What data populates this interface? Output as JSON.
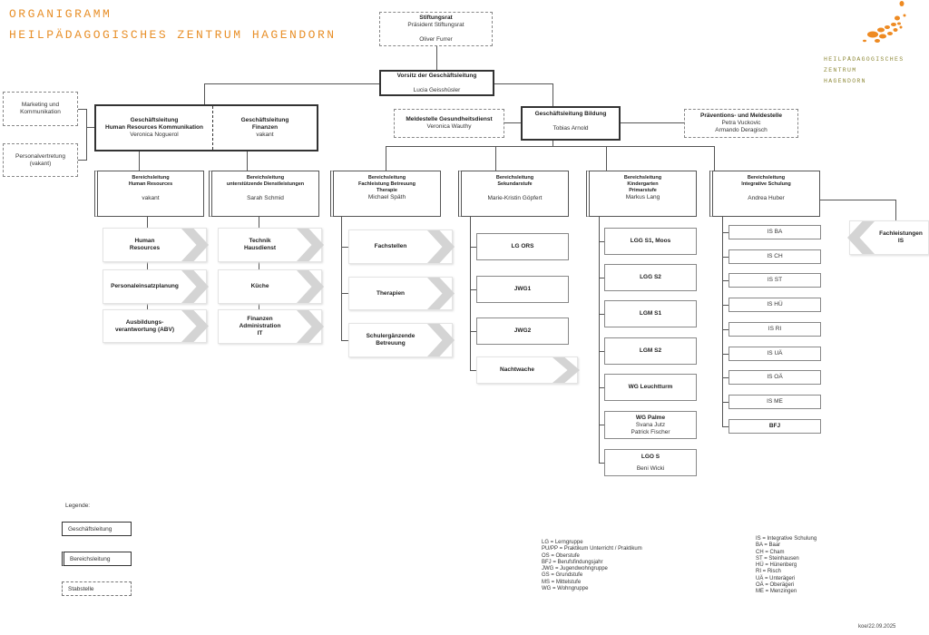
{
  "header": {
    "title": "ORGANIGRAMM",
    "subtitle": "HEILPÄDAGOGISCHES ZENTRUM HAGENDORN"
  },
  "logo": {
    "lines": [
      "HEILPÄDAGOGISCHES",
      "ZENTRUM",
      "HAGENDORN"
    ],
    "color": "#e8902a"
  },
  "stiftungsrat": {
    "title": "Stiftungsrat",
    "role": "Präsident Stiftungsrat",
    "name": "Oliver Furrer"
  },
  "vorsitz": {
    "title": "Vorsitz der Geschäftsleitung",
    "name": "Lucia Geisshüsler"
  },
  "stab_left": {
    "marketing": [
      "Marketing und",
      "Kommunikation"
    ],
    "personal": [
      "Personalvertretung",
      "(vakant)"
    ]
  },
  "gl_hr": {
    "title": [
      "Geschäftsleitung",
      "Human Resources Kommunikation"
    ],
    "name": "Veronica Noguerol"
  },
  "gl_fin": {
    "title": [
      "Geschäftsleitung",
      "Finanzen"
    ],
    "name": "vakant"
  },
  "gl_bildung": {
    "title": "Geschäftsleitung Bildung",
    "name": "Tobias Arnold"
  },
  "meldestelle": {
    "title": "Meldestelle Gesundheitsdienst",
    "name": "Veronica Wauthy"
  },
  "praevention": {
    "title": "Präventions- und Meldestelle",
    "names": [
      "Petra Vuckovic",
      "Armando Deragisch"
    ]
  },
  "bereiche": [
    {
      "title": [
        "Bereichsleitung",
        "Human Resources"
      ],
      "name": "vakant"
    },
    {
      "title": [
        "Bereichsleitung",
        "unterstützende Dienstleistungen"
      ],
      "name": "Sarah Schmid"
    },
    {
      "title": [
        "Bereichsleitung",
        "Fachleistung Betreuung",
        "Therapie"
      ],
      "name": "Michael Späth"
    },
    {
      "title": [
        "Bereichsleitung",
        "Sekundarstufe"
      ],
      "name": "Marie-Kristin Göpfert"
    },
    {
      "title": [
        "Bereichsleitung",
        "Kindergarten",
        "Primarstufe"
      ],
      "name": "Markus Lang"
    },
    {
      "title": [
        "Bereichsleitung",
        "Integrative Schulung"
      ],
      "name": "Andrea Huber"
    }
  ],
  "hr_units": [
    [
      "Human",
      "Resources"
    ],
    [
      "Personaleinsatzplanung"
    ],
    [
      "Ausbildungs-",
      "verantwortung (ABV)"
    ]
  ],
  "dl_units": [
    [
      "Technik",
      "Hausdienst"
    ],
    [
      "Küche"
    ],
    [
      "Finanzen",
      "Administration",
      "IT"
    ]
  ],
  "fach_units": [
    [
      "Fachstellen"
    ],
    [
      "Therapien"
    ],
    [
      "Schulergänzende",
      "Betreuung"
    ]
  ],
  "sek_units": [
    "LG ORS",
    "JWG1",
    "JWG2",
    "Nachtwache"
  ],
  "kg_units": [
    {
      "title": "LGG S1, Moos"
    },
    {
      "title": "LGG S2"
    },
    {
      "title": "LGM S1"
    },
    {
      "title": "LGM S2"
    },
    {
      "title": "WG Leuchtturm"
    },
    {
      "title": "WG Palme",
      "names": [
        "Svana Jutz",
        "Patrick Fischer"
      ]
    },
    {
      "title": "LGO S",
      "names": [
        "Beni Wicki"
      ]
    }
  ],
  "is_units": [
    "IS BA",
    "IS CH",
    "IS ST",
    "IS HÜ",
    "IS RI",
    "IS UÄ",
    "IS OÄ",
    "IS ME",
    "BFJ"
  ],
  "fachleistungen_is": [
    "Fachleistungen",
    "IS"
  ],
  "legend": {
    "heading": "Legende:",
    "items": [
      "Geschäftsleitung",
      "Bereichsleitung",
      "Stabstelle"
    ]
  },
  "abbrev_left": [
    "LG = Lerngruppe",
    "PU/PP = Praktikum Unterricht / Praktikum",
    "OS = Oberstufe",
    "BFJ = Berufsfindungsjahr",
    "JWG = Jugendwohngruppe",
    "GS = Grundstufe",
    "MS = Mittelstufe",
    "WG = Wohngruppe"
  ],
  "abbrev_right": [
    "IS = Integrative Schulung",
    "BA = Baar",
    "CH = Cham",
    "ST = Steinhausen",
    "HÜ = Hünenberg",
    "RI = Risch",
    "UÄ = Unterägeri",
    "OÄ = Oberägeri",
    "ME = Menzingen"
  ],
  "footer": "koe/22.09.2025"
}
